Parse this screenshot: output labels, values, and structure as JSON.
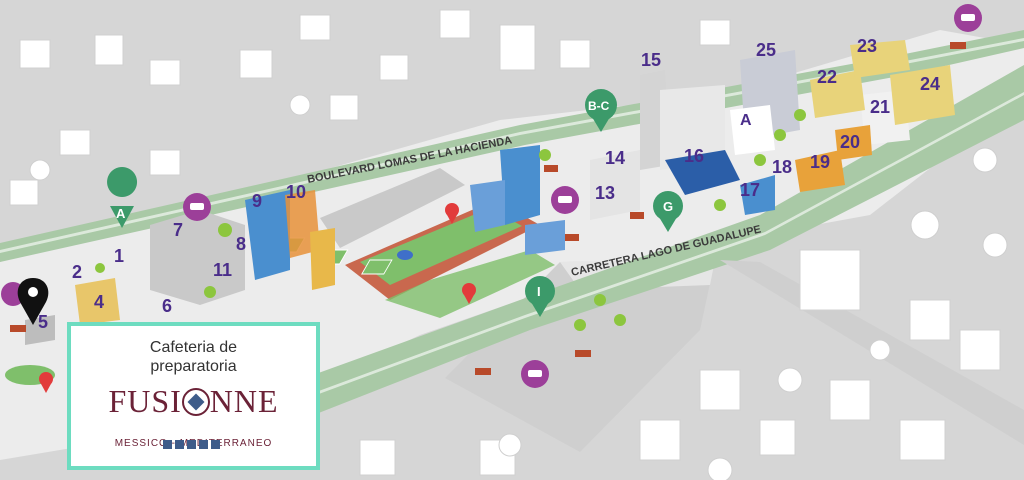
{
  "map": {
    "roads": {
      "boulevard": "BOULEVARD LOMAS DE LA HACIENDA",
      "carretera": "CARRETERA LAGO DE GUADALUPE"
    },
    "buildings": [
      "1",
      "2",
      "4",
      "5",
      "6",
      "7",
      "8",
      "9",
      "10",
      "11",
      "13",
      "14",
      "15",
      "16",
      "17",
      "18",
      "19",
      "20",
      "21",
      "22",
      "23",
      "24",
      "25"
    ],
    "gates": [
      {
        "id": "gate-a-left",
        "label": "A",
        "color": "#3c9a6a"
      },
      {
        "id": "gate-a-right",
        "label": "A",
        "color": "#3c9a6a"
      },
      {
        "id": "gate-bc",
        "label": "B-C",
        "color": "#3c9a6a"
      },
      {
        "id": "gate-g",
        "label": "G",
        "color": "#3c9a6a"
      },
      {
        "id": "gate-i",
        "label": "I",
        "color": "#3c9a6a"
      }
    ],
    "parking_icon": "car-icon",
    "parking_color": "#9c3f99",
    "location_icon": "map-pin-icon",
    "colors": {
      "ground": "#d9d9d9",
      "campus": "#efefef",
      "road": "#a9c9a6",
      "field": "#7fbf6b",
      "track": "#c9684e",
      "building_gray": "#c9c9c9",
      "building_blue": "#4a8fcf",
      "building_yellow": "#e8c66a",
      "building_orange": "#e8923a",
      "pin_red": "#e23b3b"
    }
  },
  "card": {
    "subtitle_line1": "Cafeteria de",
    "subtitle_line2": "preparatoria",
    "brand_left": "FUSI",
    "brand_right": "NNE",
    "tagline": "MESSICO - MEDITERRANEO",
    "border_color": "#6ddcc0",
    "brand_color": "#6b2237"
  }
}
